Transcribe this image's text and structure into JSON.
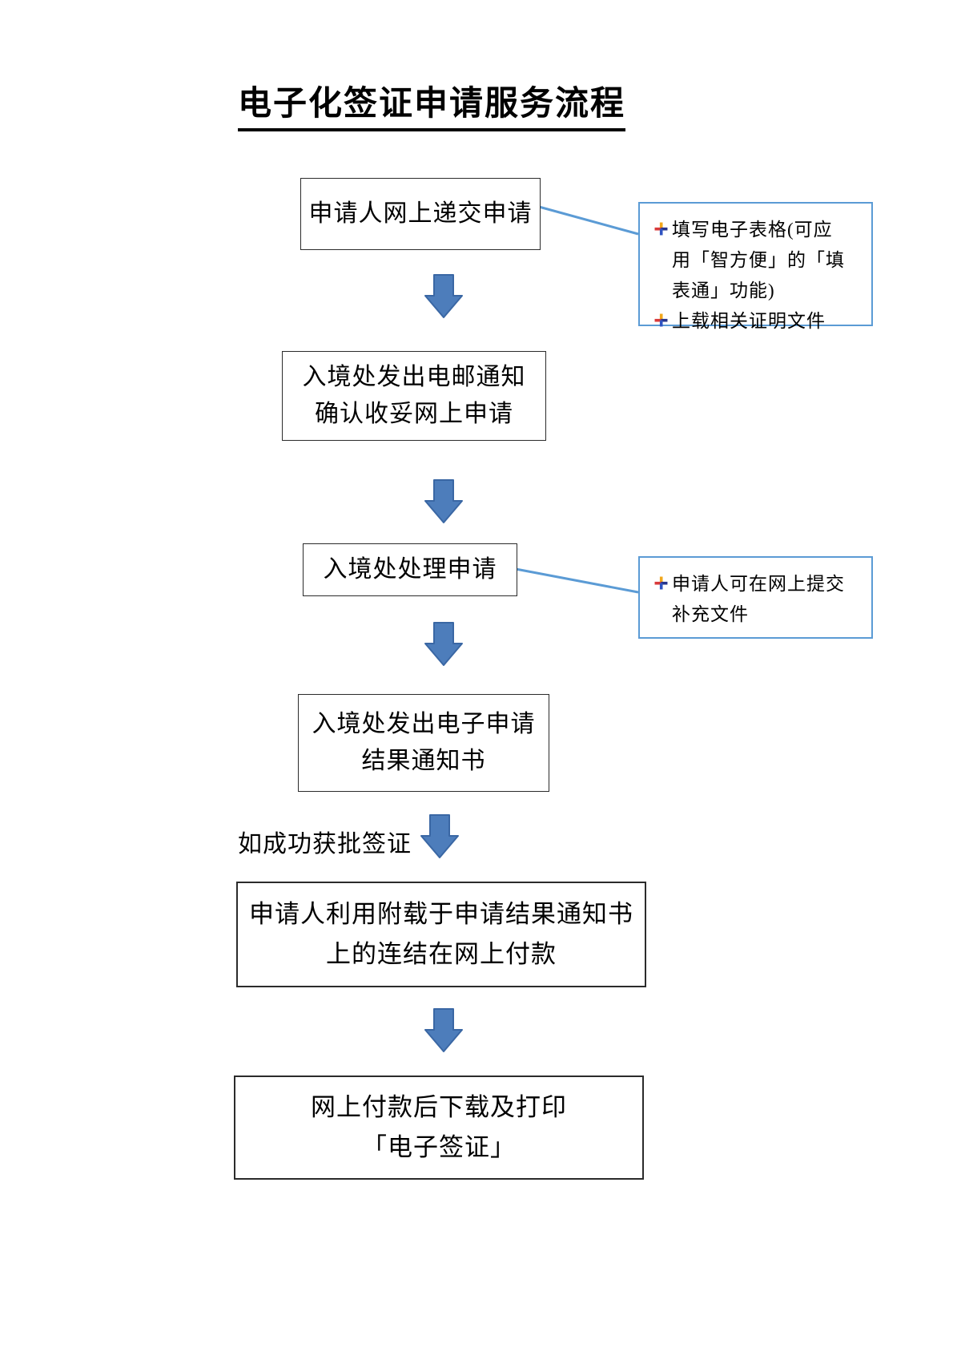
{
  "title": "电子化签证申请服务流程",
  "steps": [
    {
      "lines": [
        "申请人网上递交申请"
      ]
    },
    {
      "lines": [
        "入境处发出电邮通知",
        "确认收妥网上申请"
      ]
    },
    {
      "lines": [
        "入境处处理申请"
      ]
    },
    {
      "lines": [
        "入境处发出电子申请",
        "结果通知书"
      ]
    },
    {
      "lines": [
        "申请人利用附载于申请结果通知书",
        "上的连结在网上付款"
      ]
    },
    {
      "lines": [
        "网上付款后下载及打印",
        "「电子签证」"
      ]
    }
  ],
  "branch_label": "如成功获批签证",
  "callouts": [
    {
      "attached_to_step": 1,
      "items": [
        "填写电子表格(可应用「智方便」的「填表通」功能)",
        "上载相关证明文件"
      ]
    },
    {
      "attached_to_step": 3,
      "items": [
        "申请人可在网上提交补充文件"
      ]
    }
  ],
  "colors": {
    "arrow_fill": "#4d7dbb",
    "arrow_border": "#3a67a4",
    "callout_border": "#5b9bd5",
    "connector_line": "#5b9bd5",
    "box_border": "#2b2b2b",
    "text": "#000000"
  }
}
